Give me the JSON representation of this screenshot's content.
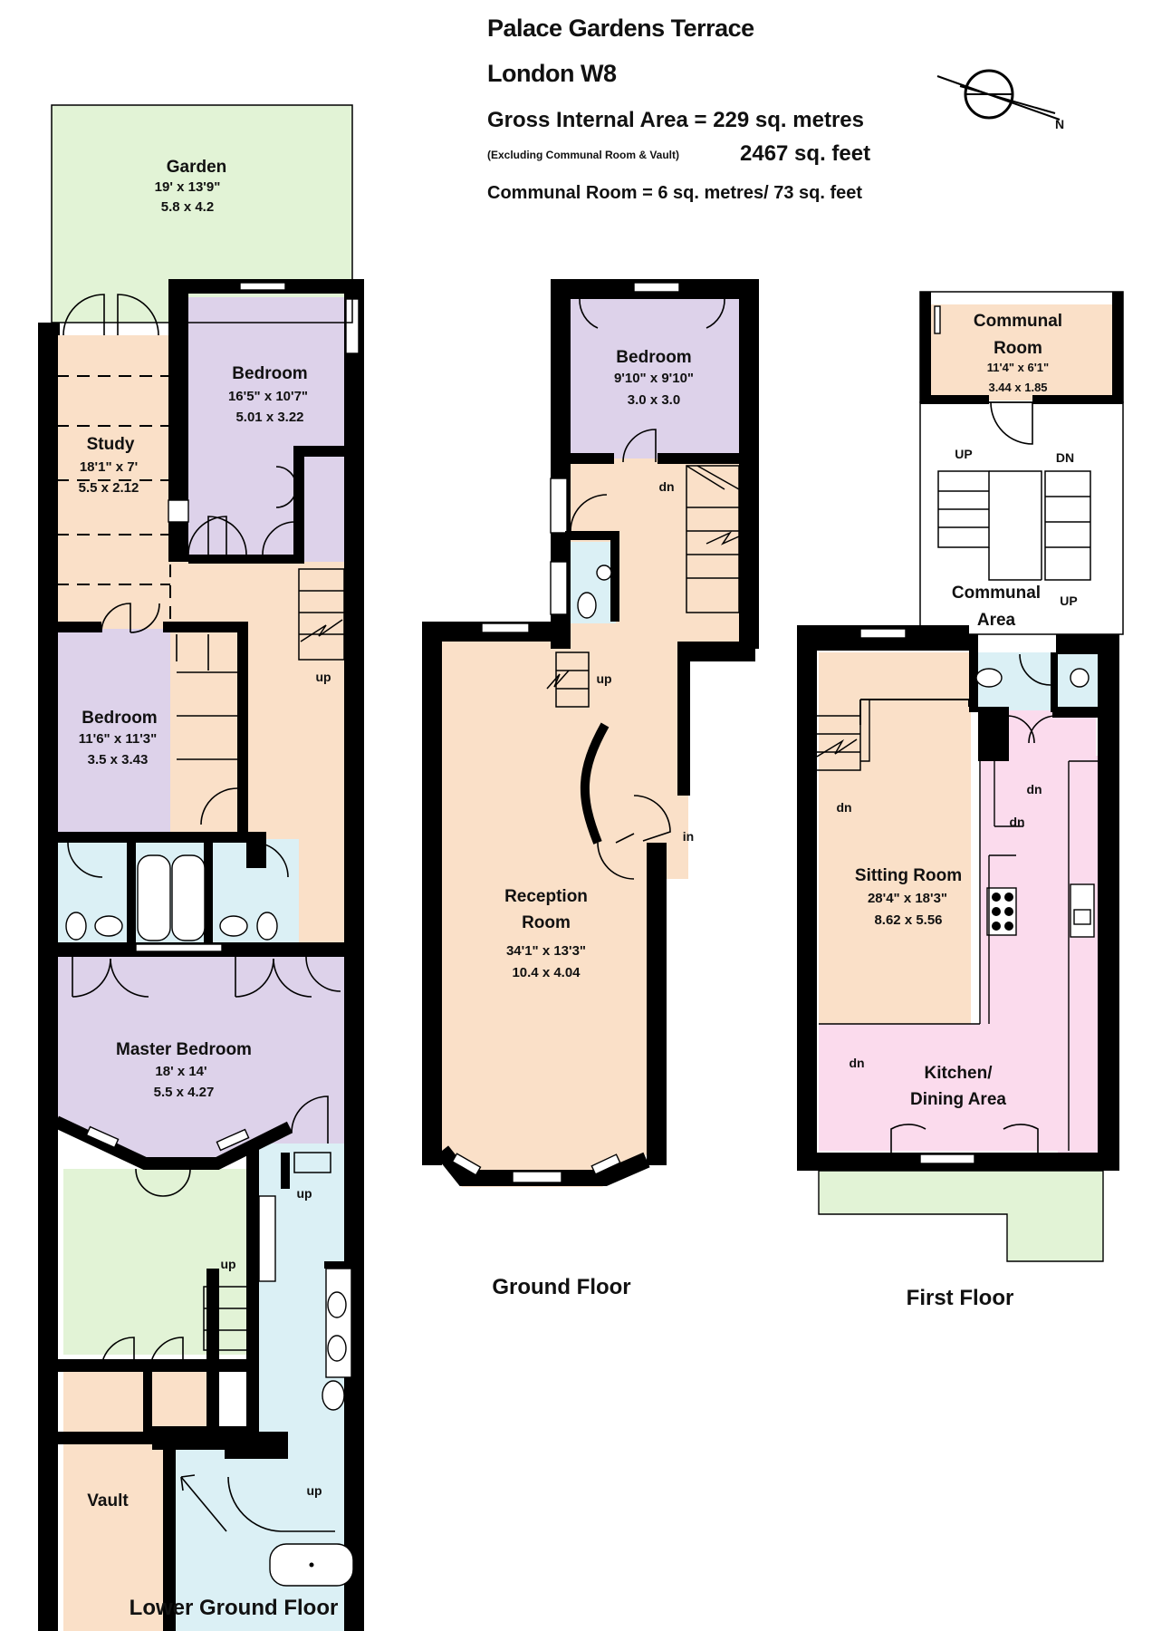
{
  "header": {
    "line1": "Palace Gardens Terrace",
    "line2": "London W8",
    "gia": "Gross Internal Area = 229 sq. metres",
    "excluding": "(Excluding Communal Room & Vault)",
    "sqft": "2467 sq. feet",
    "communal": "Communal Room = 6 sq. metres/ 73 sq. feet"
  },
  "floors": {
    "lower_ground": "Lower Ground Floor",
    "ground": "Ground Floor",
    "first": "First Floor"
  },
  "rooms": {
    "garden": {
      "name": "Garden",
      "imperial": "19' x 13'9\"",
      "metric": "5.8 x 4.2"
    },
    "study": {
      "name": "Study",
      "imperial": "18'1\" x 7'",
      "metric": "5.5 x 2.12"
    },
    "lg_bedroom1": {
      "name": "Bedroom",
      "imperial": "16'5\" x 10'7\"",
      "metric": "5.01 x 3.22"
    },
    "lg_bedroom2": {
      "name": "Bedroom",
      "imperial": "11'6\" x 11'3\"",
      "metric": "3.5 x 3.43"
    },
    "master": {
      "name": "Master Bedroom",
      "imperial": "18' x 14'",
      "metric": "5.5 x 4.27"
    },
    "vault": {
      "name": "Vault"
    },
    "g_bedroom": {
      "name": "Bedroom",
      "imperial": "9'10\" x 9'10\"",
      "metric": "3.0 x 3.0"
    },
    "reception": {
      "name_line1": "Reception",
      "name_line2": "Room",
      "imperial": "34'1\" x 13'3\"",
      "metric": "10.4 x 4.04"
    },
    "communal_room": {
      "name_line1": "Communal",
      "name_line2": "Room",
      "imperial": "11'4\" x 6'1\"",
      "metric": "3.44 x 1.85"
    },
    "communal_area": {
      "name_line1": "Communal",
      "name_line2": "Area"
    },
    "sitting": {
      "name": "Sitting Room",
      "imperial": "28'4\" x 18'3\"",
      "metric": "8.62 x 5.56"
    },
    "kitchen": {
      "name_line1": "Kitchen/",
      "name_line2": "Dining Area"
    }
  },
  "markers": {
    "up": "up",
    "dn": "dn",
    "in": "in",
    "UP": "UP",
    "DN": "DN"
  },
  "colors": {
    "garden": "#e2f3d6",
    "bedroom": "#ddd2ea",
    "hall": "#fae0c8",
    "bath": "#dbf0f5",
    "kitchen": "#fbdbed",
    "wall": "#000000"
  }
}
